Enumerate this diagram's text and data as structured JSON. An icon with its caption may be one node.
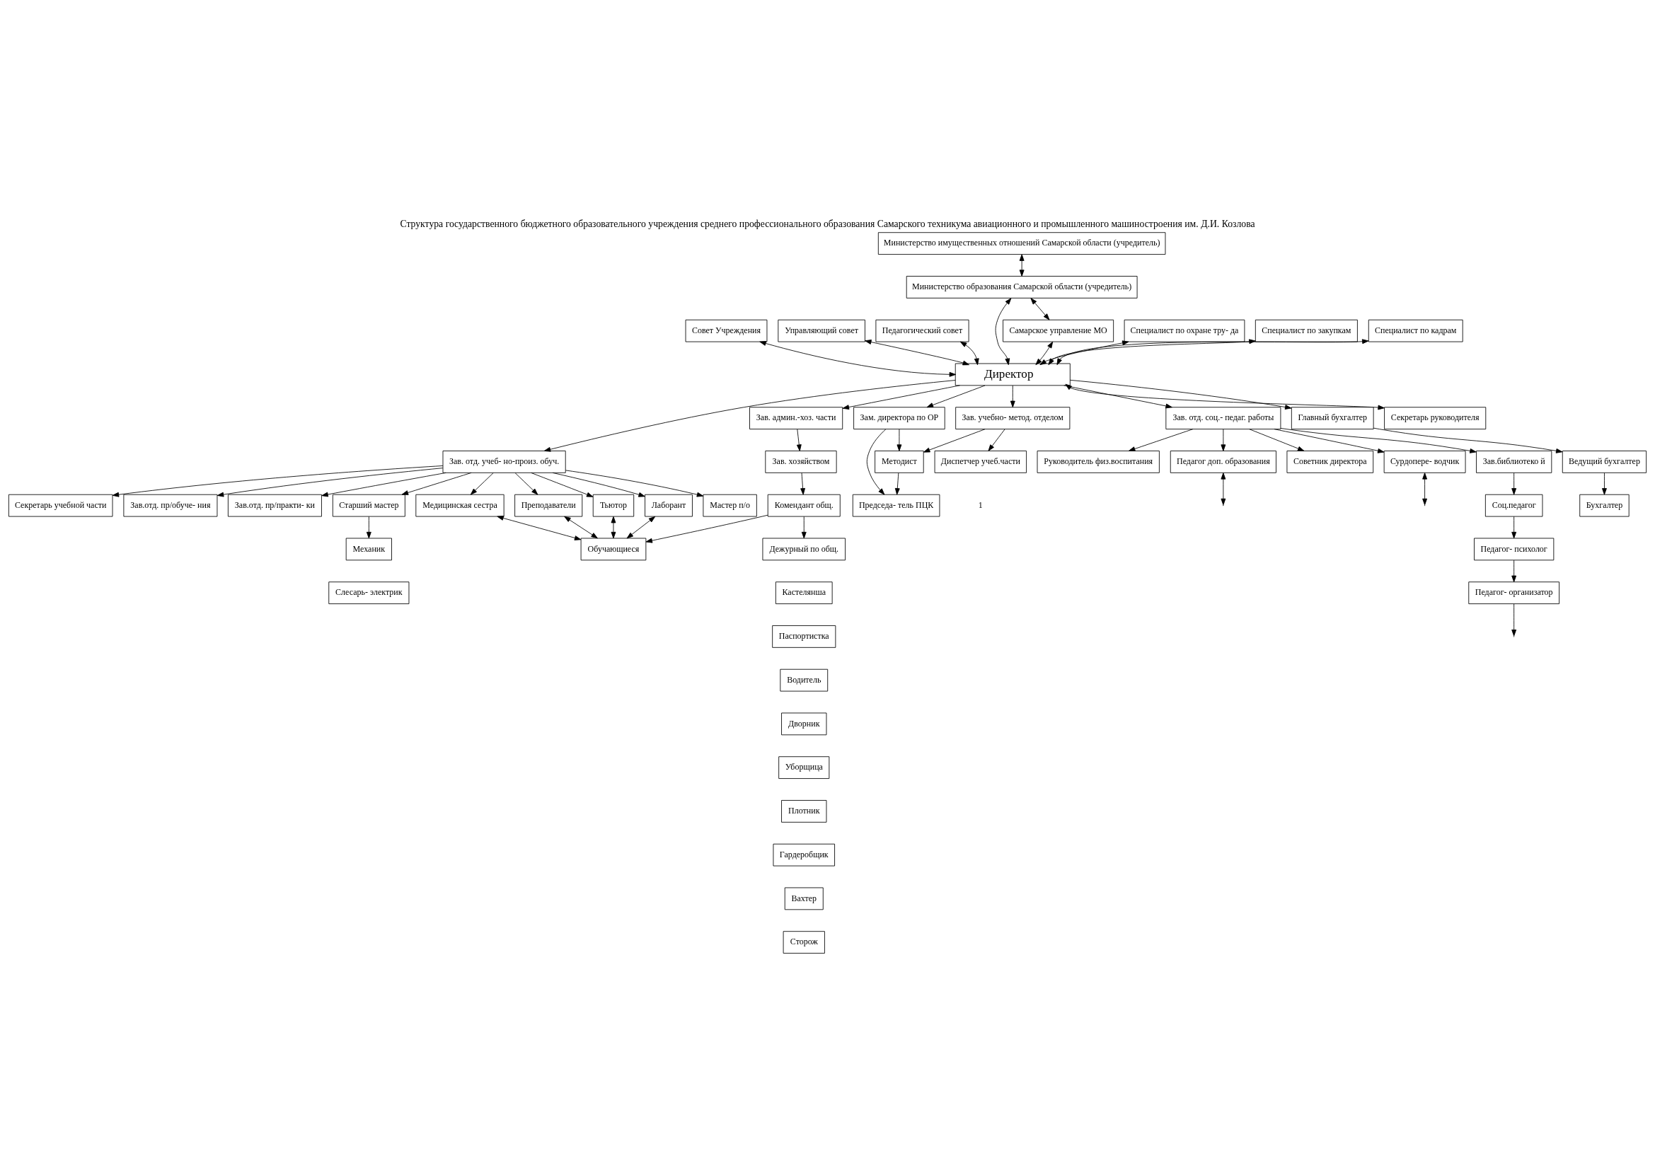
{
  "diagram": {
    "title": "Структура государственного бюджетного образовательного учреждения среднего профессионального образования Самарского техникума авиационного и промышленного машиностроения им. Д.И. Козлова",
    "nodes": [
      {
        "text": [
          "Министерство имущественных отношений Самарской области (учредитель)"
        ]
      },
      {
        "text": [
          "Министерство образования Самарской области (учредитель)"
        ]
      },
      {
        "text": [
          "Совет Учреждения"
        ]
      },
      {
        "text": [
          "Управляющий совет"
        ]
      },
      {
        "text": [
          "Педагогический совет"
        ]
      },
      {
        "text": [
          "Самарское управление МО"
        ]
      },
      {
        "text": [
          "Специалист по охране тру- да"
        ]
      },
      {
        "text": [
          "Специалист по закупкам"
        ]
      },
      {
        "text": [
          "Специалист по кадрам"
        ]
      },
      {
        "text": [
          "Директор"
        ]
      },
      {
        "text": [
          "Секретарь руководителя"
        ]
      },
      {
        "text": [
          "Секретарь учебной части"
        ]
      },
      {
        "text": [
          "Зав. отд. учеб- но-произ. обуч."
        ]
      },
      {
        "text": [
          "Зав. учебно- метод. отделом"
        ]
      },
      {
        "text": [
          "Зам. директора по ОР"
        ]
      },
      {
        "text": [
          "Зав. отд. соц.- педаг. работы"
        ]
      },
      {
        "text": [
          "Зав. админ.-хоз. части"
        ]
      },
      {
        "text": [
          "Главный бухгалтер"
        ]
      },
      {
        "text": [
          "Зав.отд. пр/обуче- ния"
        ]
      },
      {
        "text": [
          "Зав.отд. пр/практи- ки"
        ]
      },
      {
        "text": [
          "Старший мастер"
        ]
      },
      {
        "text": [
          "Руководитель физ.воспитания"
        ]
      },
      {
        "text": [
          "Зав. хозяйством"
        ]
      },
      {
        "text": [
          "Комендант общ."
        ]
      },
      {
        "text": [
          "Медицинская сестра"
        ]
      },
      {
        "text": [
          "Преподаватели"
        ]
      },
      {
        "text": [
          "Тьютор"
        ]
      },
      {
        "text": [
          "Лаборант"
        ]
      },
      {
        "text": [
          "Мастер п/о"
        ]
      },
      {
        "text": [
          "Механик"
        ]
      },
      {
        "text": [
          "Слесарь- электрик"
        ]
      },
      {
        "text": [
          "Методист"
        ]
      },
      {
        "text": [
          "Председа- тель ПЦК"
        ]
      },
      {
        "text": [
          "Диспетчер учеб.части"
        ]
      },
      {
        "text": [
          "Педагог доп. образования"
        ]
      },
      {
        "text": [
          "Советник директора"
        ]
      },
      {
        "text": [
          "Сурдопере- водчик"
        ]
      },
      {
        "text": [
          "Зав.библиотеко й"
        ]
      },
      {
        "text": [
          "Соц.педагог"
        ]
      },
      {
        "text": [
          "Педагог- психолог"
        ]
      },
      {
        "text": [
          "Педагог- организатор"
        ]
      },
      {
        "text": [
          "Дежурный по общ."
        ]
      },
      {
        "text": [
          "Кастелянша"
        ]
      },
      {
        "text": [
          "Паспортистка"
        ]
      },
      {
        "text": [
          "Водитель"
        ]
      },
      {
        "text": [
          "Дворник"
        ]
      },
      {
        "text": [
          "Уборщица"
        ]
      },
      {
        "text": [
          "Плотник"
        ]
      },
      {
        "text": [
          "Гардеробщик"
        ]
      },
      {
        "text": [
          "Вахтер"
        ]
      },
      {
        "text": [
          "Сторож"
        ]
      },
      {
        "text": [
          "Ведущий бухгалтер"
        ]
      },
      {
        "text": [
          "Бухгалтер"
        ]
      },
      {
        "text": [
          "Обучающиеся"
        ]
      }
    ],
    "edges": [
      {
        "from": 0,
        "to": 1,
        "arrow": "both"
      },
      {
        "from": 1,
        "to": 5,
        "arrow": "both"
      },
      {
        "from": 9,
        "to": 1,
        "arrow": "both"
      },
      {
        "from": 9,
        "to": 2,
        "arrow": "both"
      },
      {
        "from": 9,
        "to": 3,
        "arrow": "both"
      },
      {
        "from": 9,
        "to": 4,
        "arrow": "both"
      },
      {
        "from": 5,
        "to": 9,
        "arrow": "both"
      },
      {
        "from": 9,
        "to": 6,
        "arrow": "both"
      },
      {
        "from": 9,
        "to": 7,
        "arrow": "both"
      },
      {
        "from": 9,
        "to": 8,
        "arrow": "both"
      },
      {
        "from": 9,
        "to": 10,
        "arrow": "both"
      },
      {
        "from": 9,
        "to": 12,
        "arrow": "to"
      },
      {
        "from": 9,
        "to": 13,
        "arrow": "to"
      },
      {
        "from": 9,
        "to": 14,
        "arrow": "to"
      },
      {
        "from": 9,
        "to": 15,
        "arrow": "to"
      },
      {
        "from": 9,
        "to": 16,
        "arrow": "to"
      },
      {
        "from": 9,
        "to": 17,
        "arrow": "to"
      },
      {
        "from": 12,
        "to": 11,
        "arrow": "to"
      },
      {
        "from": 12,
        "to": 18,
        "arrow": "to"
      },
      {
        "from": 12,
        "to": 19,
        "arrow": "to"
      },
      {
        "from": 12,
        "to": 20,
        "arrow": "to"
      },
      {
        "from": 12,
        "to": 24,
        "arrow": "to"
      },
      {
        "from": 12,
        "to": 25,
        "arrow": "to"
      },
      {
        "from": 12,
        "to": 26,
        "arrow": "to"
      },
      {
        "from": 12,
        "to": 27,
        "arrow": "to"
      },
      {
        "from": 12,
        "to": 28,
        "arrow": "to"
      },
      {
        "from": 20,
        "to": 29,
        "arrow": "to"
      },
      {
        "from": 13,
        "to": 31,
        "arrow": "to"
      },
      {
        "from": 13,
        "to": 33,
        "arrow": "to"
      },
      {
        "from": 14,
        "to": 31,
        "arrow": "to"
      },
      {
        "from": 14,
        "to": 32,
        "arrow": "to"
      },
      {
        "from": 31,
        "to": 32,
        "arrow": "to"
      },
      {
        "from": 15,
        "to": 21,
        "arrow": "to"
      },
      {
        "from": 15,
        "to": 34,
        "arrow": "to"
      },
      {
        "from": 15,
        "to": 35,
        "arrow": "to"
      },
      {
        "from": 15,
        "to": 36,
        "arrow": "to"
      },
      {
        "from": 15,
        "to": 37,
        "arrow": "to"
      },
      {
        "from": 37,
        "to": 38,
        "arrow": "to"
      },
      {
        "from": 38,
        "to": 39,
        "arrow": "to"
      },
      {
        "from": 39,
        "to": 40,
        "arrow": "to"
      },
      {
        "from": 40,
        "to": null,
        "arrow": "to"
      },
      {
        "from": 34,
        "to": null,
        "arrow": "both"
      },
      {
        "from": 36,
        "to": null,
        "arrow": "both"
      },
      {
        "from": 16,
        "to": 22,
        "arrow": "to"
      },
      {
        "from": 22,
        "to": 23,
        "arrow": "to"
      },
      {
        "from": 23,
        "to": 41,
        "arrow": "to"
      },
      {
        "from": 23,
        "to": 53,
        "arrow": "to"
      },
      {
        "from": 17,
        "to": 51,
        "arrow": "to"
      },
      {
        "from": 51,
        "to": 52,
        "arrow": "to"
      },
      {
        "from": 24,
        "to": 53,
        "arrow": "both"
      },
      {
        "from": 25,
        "to": 53,
        "arrow": "both"
      },
      {
        "from": 26,
        "to": 53,
        "arrow": "both"
      },
      {
        "from": 27,
        "to": 53,
        "arrow": "both"
      }
    ],
    "labels": [
      "1"
    ]
  }
}
